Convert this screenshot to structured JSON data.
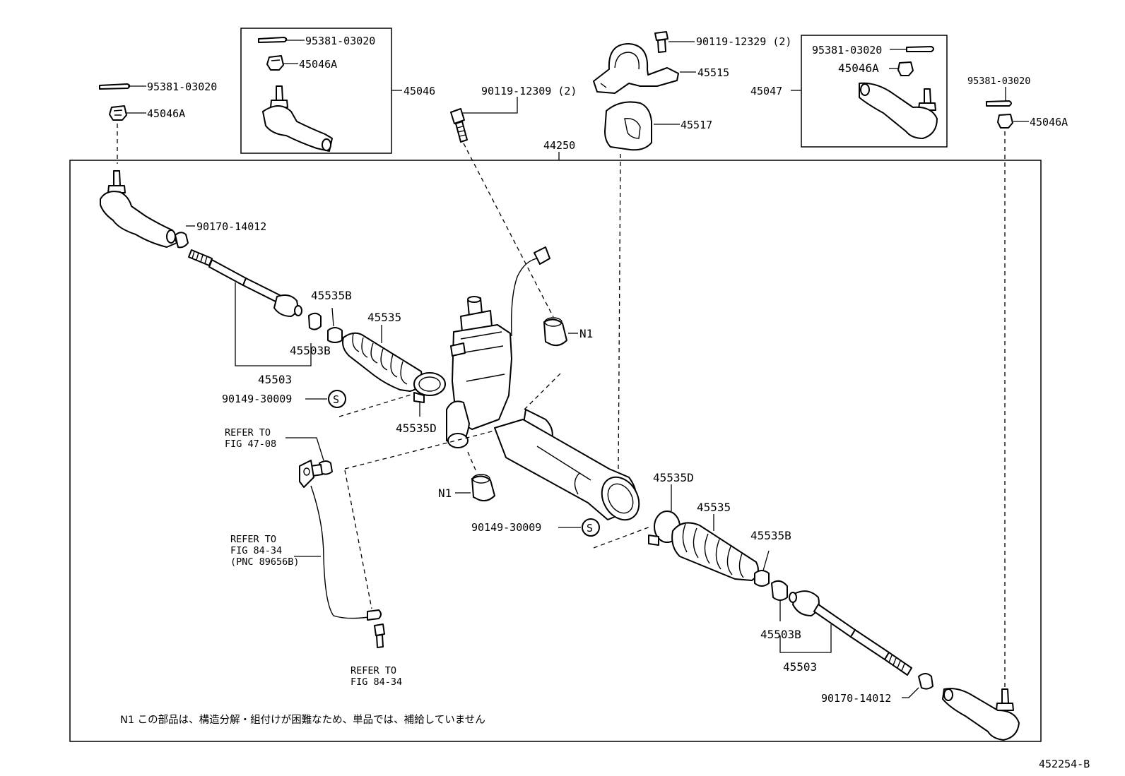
{
  "labels": {
    "p_95381_tl": "95381-03020",
    "p_45046A_tl": "45046A",
    "p_95381_box1": "95381-03020",
    "p_45046A_box1": "45046A",
    "p_45046": "45046",
    "p_90119_12309": "90119-12309 (2)",
    "p_90119_12329": "90119-12329 (2)",
    "p_45515": "45515",
    "p_45517": "45517",
    "p_44250": "44250",
    "p_95381_box2": "95381-03020",
    "p_45046A_box2": "45046A",
    "p_45047": "45047",
    "p_95381_tr": "95381-03020",
    "p_45046A_tr": "45046A",
    "p_90170_l": "90170-14012",
    "p_45535B_l": "45535B",
    "p_45535_l": "45535",
    "p_45503B_l": "45503B",
    "p_45503_l": "45503",
    "p_90149_l": "90149-30009",
    "p_S_l": "S",
    "p_45535D_l": "45535D",
    "p_N1_r": "N1",
    "p_N1_l": "N1",
    "p_45535D_r": "45535D",
    "p_45535_r": "45535",
    "p_45535B_r": "45535B",
    "p_90149_r": "90149-30009",
    "p_S_r": "S",
    "p_45503B_r": "45503B",
    "p_45503_r": "45503",
    "p_90170_r": "90170-14012",
    "ref1_a": "REFER TO",
    "ref1_b": "FIG 47-08",
    "ref2_a": "REFER TO",
    "ref2_b": "FIG 84-34",
    "ref2_c": "(PNC 89656B)",
    "ref3_a": "REFER TO",
    "ref3_b": "FIG 84-34",
    "note": "N1 この部品は、構造分解・組付けが困難なため、単品では、補給していません",
    "diagram_id": "452254-B"
  }
}
